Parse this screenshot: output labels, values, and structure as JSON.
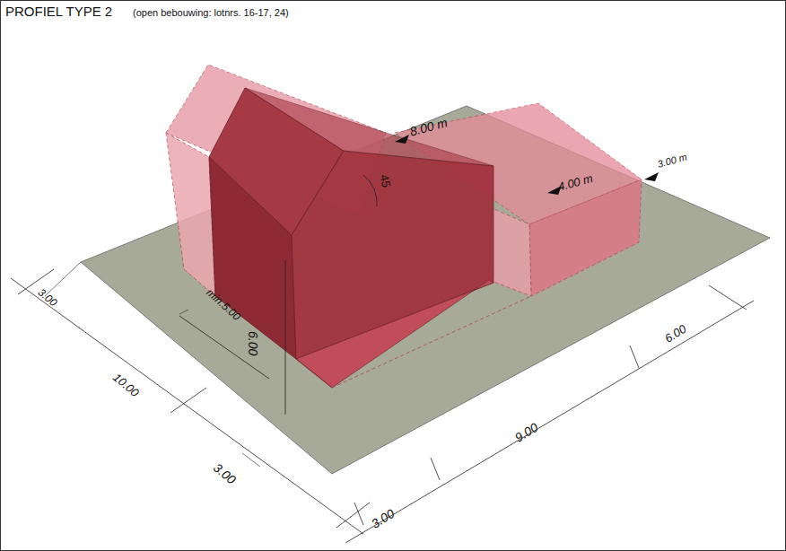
{
  "diagram": {
    "title": "PROFIEL TYPE 2",
    "labels": [
      "(open bebouwing: lotnrs. 16-17, 24)",
      "8.00 m",
      "45",
      "4.00 m",
      "3.00 m",
      "3.00",
      "min.5.00",
      "6.00",
      "10.00",
      "3.00",
      "3.00",
      "9.00",
      "6.00"
    ]
  }
}
